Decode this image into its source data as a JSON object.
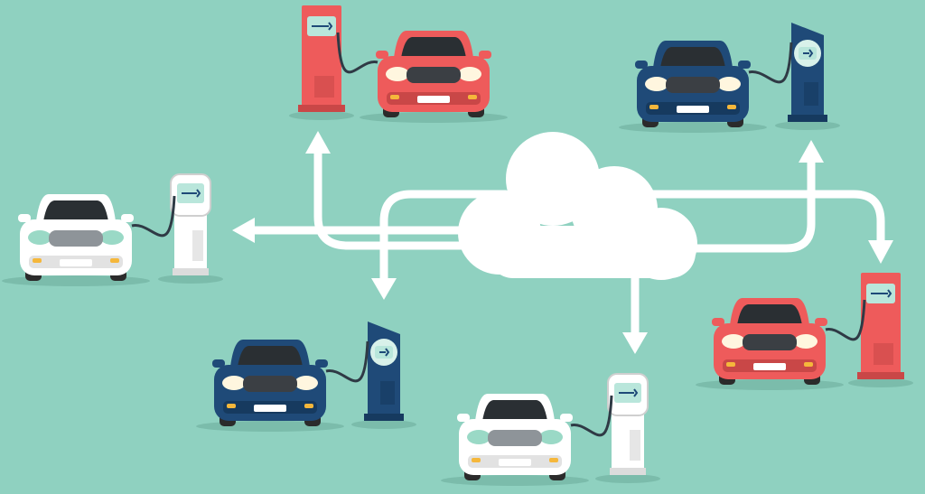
{
  "scene": {
    "background": "#8fd1c0",
    "shadow": "#7bbcab",
    "cloud_color": "#ffffff",
    "connector_color": "#ffffff"
  },
  "palette": {
    "red": {
      "body": "#ee5b5b",
      "dark": "#c94747",
      "station": "#ee5b5b",
      "station_dark": "#c94747"
    },
    "navy": {
      "body": "#1f4a78",
      "dark": "#163a5f",
      "station": "#1f4a78",
      "station_dark": "#163a5f"
    },
    "white": {
      "body": "#ffffff",
      "dark": "#e2e2e2",
      "station": "#ffffff",
      "station_dark": "#dcdcdc"
    },
    "glass": "#2a2f33",
    "grille": "#3b3f44",
    "headlight_cream": "#fff6df",
    "headlight_mint": "#9ad9c6",
    "indicator": "#f5b73b",
    "screen": "#b9e6db",
    "screen_ring": "#d8f1ea",
    "wheel": "#2b2b2b",
    "cable": "#2f3a45"
  },
  "icons": {
    "cloud": "cloud-icon",
    "arrow": "arrow-head-icon",
    "charger_screen": "lightning-plug-icon"
  },
  "vehicles": [
    {
      "id": "top-center",
      "color": "red",
      "station_style": "tall-rect"
    },
    {
      "id": "top-right",
      "color": "navy",
      "station_style": "slanted-round-screen"
    },
    {
      "id": "left",
      "color": "white",
      "station_style": "rounded-head"
    },
    {
      "id": "right",
      "color": "red",
      "station_style": "tall-rect"
    },
    {
      "id": "bottom-left",
      "color": "navy",
      "station_style": "slanted-round-screen"
    },
    {
      "id": "bottom-center",
      "color": "white",
      "station_style": "rounded-head"
    }
  ]
}
